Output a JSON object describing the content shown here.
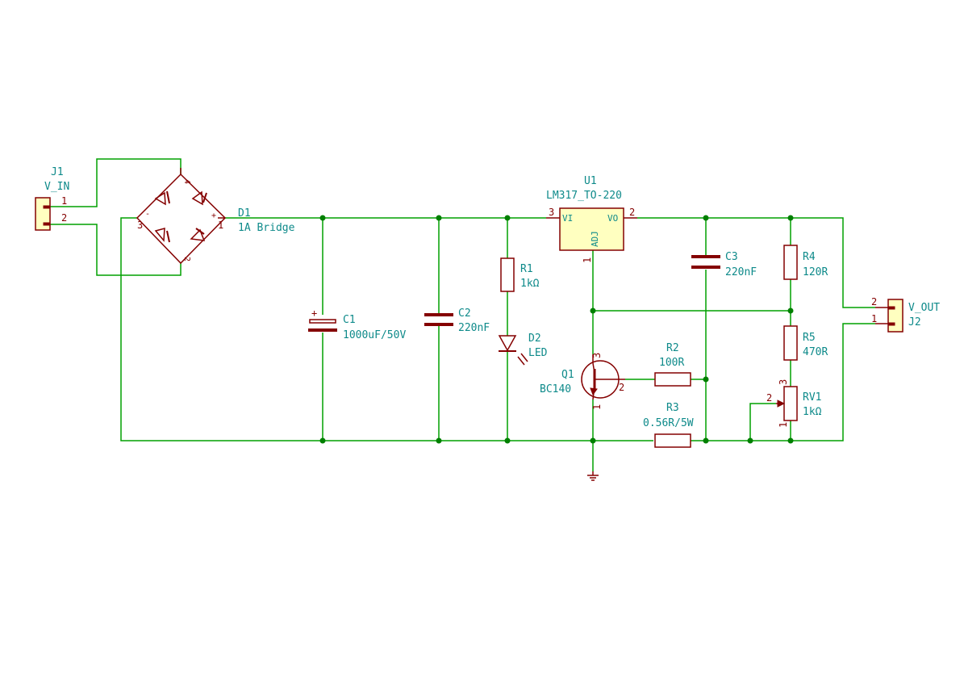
{
  "j1": {
    "ref": "J1",
    "value": "V_IN",
    "pin1": "1",
    "pin2": "2"
  },
  "j2": {
    "ref": "J2",
    "value": "V_OUT",
    "pin1": "1",
    "pin2": "2"
  },
  "d1": {
    "ref": "D1",
    "value": "1A Bridge",
    "pin_plus": "+",
    "pin_minus": "-",
    "pin1": "1",
    "pin2": "2",
    "pin3": "3",
    "pin4": "4"
  },
  "c1": {
    "ref": "C1",
    "value": "1000uF/50V",
    "polarity": "+"
  },
  "c2": {
    "ref": "C2",
    "value": "220nF"
  },
  "c3": {
    "ref": "C3",
    "value": "220nF"
  },
  "r1": {
    "ref": "R1",
    "value": "1kΩ"
  },
  "r2": {
    "ref": "R2",
    "value": "100R"
  },
  "r3": {
    "ref": "R3",
    "value": "0.56R/5W"
  },
  "r4": {
    "ref": "R4",
    "value": "120R"
  },
  "r5": {
    "ref": "R5",
    "value": "470R"
  },
  "rv1": {
    "ref": "RV1",
    "value": "1kΩ",
    "pin1": "1",
    "pin2": "2",
    "pin3": "3"
  },
  "d2": {
    "ref": "D2",
    "value": "LED"
  },
  "q1": {
    "ref": "Q1",
    "value": "BC140",
    "pin1": "1",
    "pin2": "2",
    "pin3": "3"
  },
  "u1": {
    "ref": "U1",
    "value": "LM317_TO-220",
    "pin_vi": "VI",
    "pin_vo": "VO",
    "pin_adj": "ADJ",
    "pin1": "1",
    "pin2": "2",
    "pin3": "3"
  },
  "ground_icon": "ground-symbol",
  "colors": {
    "wire": "#00a000",
    "symbol": "#840000",
    "body_fill": "#ffffc0",
    "reference_text": "#0e8a8a"
  }
}
